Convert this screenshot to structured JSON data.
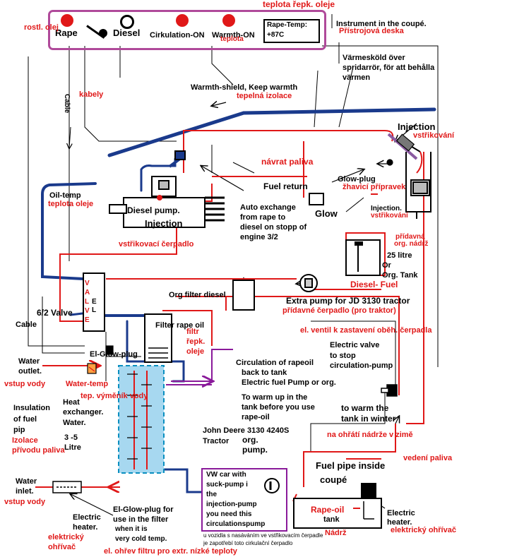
{
  "panel": {
    "title": "Instrument in the coupé.",
    "title_cz": "Přístrojová deska",
    "oil_temp_cz": "teplota řepk. oleje",
    "switch_rape": "Rape",
    "switch_rape_cz": "rostl. olej",
    "switch_diesel": "Diesel",
    "circulation": "Cirkulation-ON",
    "warmth": "Warmth-ON",
    "warmth_cz": "teplota",
    "rape_temp_label": "Rape-Temp:",
    "rape_temp_value": "+87C"
  },
  "labels": {
    "cable_vertical": "Cable",
    "cable_cz": "kabely",
    "warmth_shield": "Warmth-shield, Keep warmth",
    "warmth_shield_cz": "tepelná izolace",
    "varmeskold_1": "Värmesköld över",
    "varmeskold_2": "spridarrör, för att behålla",
    "varmeskold_3": "värmen",
    "injection": "Injection",
    "injection_cz": "vstřikování",
    "navrat": "návrat paliva",
    "fuel_return": "Fuel return",
    "glow_plug": "Glow-plug",
    "glow_plug_cz": "žhavicí přípravek",
    "glow": "Glow",
    "oil_temp": "Oil-temp",
    "oil_temp_cz": "teplota oleje",
    "diesel_pump": "Diesel pump.",
    "diesel_injection": "Injection",
    "auto_1": "Auto exchange",
    "auto_2": "from rape to",
    "auto_3": "diesel on  stopp of",
    "auto_4": "engine  3/2",
    "injection_small": "Injection.",
    "injection_small_cz": "vstřikování",
    "pridavna_1": "přídavná",
    "pridavna_2": "org. nádrž",
    "liter_25": "25 litre",
    "or": "Or",
    "org_tank": "Org. Tank",
    "vstrikovaci": "vstřikovací čerpadlo",
    "diesel_fuel": "Diesel- Fuel",
    "org_filter": "Org filter diesel",
    "extra_pump": "Extra pump  for JD 3130 tractor",
    "extra_pump_cz": "přídavné čerpadlo (pro traktor)",
    "valve_letters": [
      "V",
      "A",
      "L",
      "V",
      "E"
    ],
    "valve_el": [
      "E",
      "L"
    ],
    "valve_62": "6/2 Valve",
    "cable_left": "Cable",
    "filter_rape": "Filter rape oil",
    "filtr_1": "filtr",
    "filtr_2": "řepk.",
    "filtr_3": "oleje",
    "el_ventil": "el. ventil k zastavení oběh. čerpadla",
    "el_glow_plug": "El-Glow-plug",
    "electric_valve_1": "Electric valve",
    "electric_valve_2": "to stop",
    "electric_valve_3": "circulation-pump",
    "water_outlet_1": "Water",
    "water_outlet_2": "outlet.",
    "vstup_vody": "vstup vody",
    "water_temp": "Water-temp",
    "circulation_1": "Circulation of rapeoil",
    "circulation_2": "back to tank",
    "circulation_3": "Electric fuel Pump or org.",
    "tep_vymenik": "tep. výměník vody",
    "insulation_1": "Insulation",
    "insulation_2": "of fuel",
    "insulation_3": "pip",
    "heat_1": "Heat",
    "heat_2": "exchanger.",
    "heat_3": "Water.",
    "warm_up_1": "To warm up in the",
    "warm_up_2": "tank before you use",
    "warm_up_3": "rape-oil",
    "to_warm_1": "to warm the",
    "to_warm_2": "tank  in winter",
    "izolace_1": "Izolace",
    "izolace_2": "přívodu paliva",
    "litre_1": "3 -5",
    "litre_2": "Litre",
    "john_deere_1": "John Deere 3130  4240S",
    "john_deere_2": "Tractor",
    "org_pump_1": "org.",
    "org_pump_2": "pump.",
    "na_ohrati": "na ohřátí nádrže v zimě",
    "vedeni_paliva": "vedení paliva",
    "fuel_pipe_1": "Fuel pipe  inside",
    "fuel_pipe_2": "coupé",
    "water_inlet_1": "Water",
    "water_inlet_2": "inlet.",
    "vstup_vody_2": "vstup vody",
    "vw_1": "VW car with",
    "vw_2": "suck-pump i",
    "vw_3": "the",
    "vw_4": "injection-pump",
    "vw_5": "you need this",
    "vw_6": "circulationspump",
    "el_glow_filter_1": "El-Glow-plug  for",
    "el_glow_filter_2": "use   in the filter",
    "el_glow_filter_3": "when it is",
    "el_glow_filter_4": "very cold temp.",
    "electric_heater_1": "Electric",
    "electric_heater_2": "heater.",
    "elektricky_1": "elektrický",
    "elektricky_2": "ohřívač",
    "rape_oil_tank_1": "Rape-oil",
    "rape_oil_tank_2": "tank",
    "nadrz": "Nádrž",
    "electric_heater_r_1": "Electric",
    "electric_heater_r_2": "heater.",
    "elektricky_r": "elektrický ohřívač",
    "vozidla_1": "u vozidla s nasáváním ve vstřikovacím čerpadle",
    "vozidla_2": "je zapotřebí toto cirkulační čerpadlo",
    "el_ohrev": "el. ohřev filtru pro extr. nízké teploty"
  },
  "colors": {
    "fuel_line": "#e01818",
    "feed_line": "#1a3a8c",
    "return_line": "#8a1a9a",
    "panel_border": "#b04a9a",
    "exchanger": "#a7d8f0"
  }
}
